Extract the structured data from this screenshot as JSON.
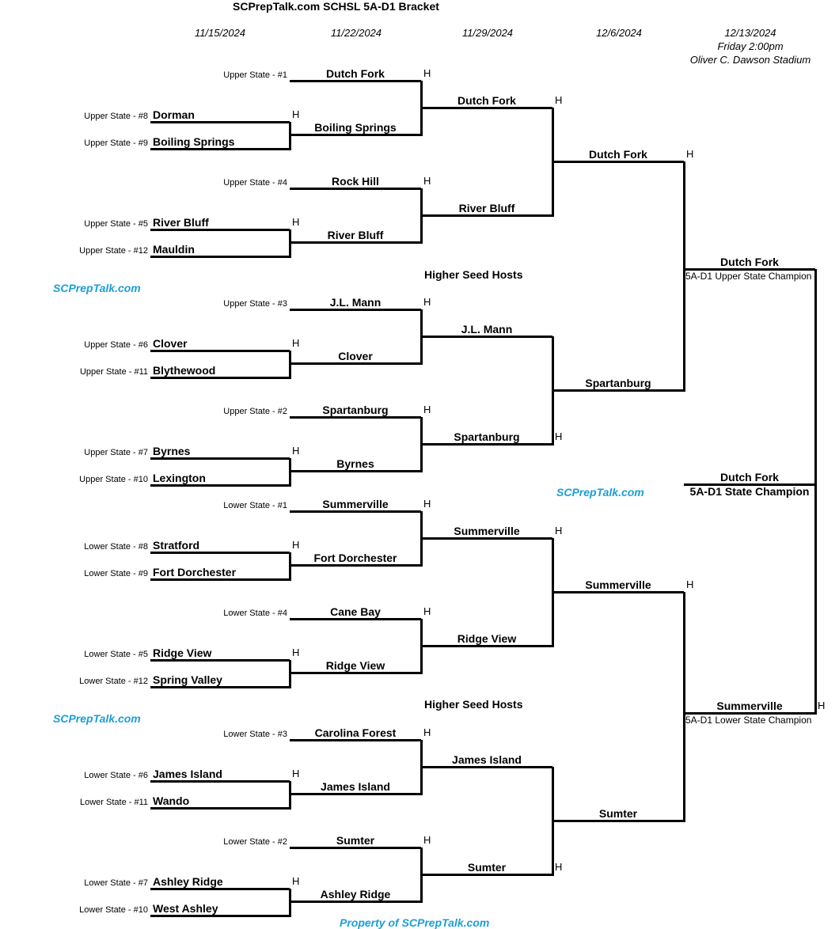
{
  "title": "SCPrepTalk.com SCHSL 5A-D1 Bracket",
  "dates": [
    "11/15/2024",
    "11/22/2024",
    "11/29/2024",
    "12/6/2024",
    "12/13/2024"
  ],
  "final_time": "Friday 2:00pm",
  "final_venue": "Oliver C. Dawson Stadium",
  "brand_mark": "SCPrepTalk.com",
  "higher_seed_note": "Higher Seed Hosts",
  "footer": "Property of SCPrepTalk.com",
  "host_mark": "H",
  "upper_state_champion_label": "5A-D1 Upper State Champion",
  "lower_state_champion_label": "5A-D1 Lower State Champion",
  "state_champion_label": "5A-D1 State Champion",
  "round1": [
    {
      "seed": "Upper State - #8",
      "team": "Dorman"
    },
    {
      "seed": "Upper State - #9",
      "team": "Boiling Springs"
    },
    {
      "seed": "Upper State - #5",
      "team": "River Bluff"
    },
    {
      "seed": "Upper State - #12",
      "team": "Mauldin"
    },
    {
      "seed": "Upper State - #6",
      "team": "Clover"
    },
    {
      "seed": "Upper State - #11",
      "team": "Blythewood"
    },
    {
      "seed": "Upper State - #7",
      "team": "Byrnes"
    },
    {
      "seed": "Upper State - #10",
      "team": "Lexington"
    },
    {
      "seed": "Lower State - #8",
      "team": "Stratford"
    },
    {
      "seed": "Lower State - #9",
      "team": "Fort Dorchester"
    },
    {
      "seed": "Lower State - #5",
      "team": "Ridge View"
    },
    {
      "seed": "Lower State - #12",
      "team": "Spring Valley"
    },
    {
      "seed": "Lower State - #6",
      "team": "James Island"
    },
    {
      "seed": "Lower State - #11",
      "team": "Wando"
    },
    {
      "seed": "Lower State - #7",
      "team": "Ashley Ridge"
    },
    {
      "seed": "Lower State - #10",
      "team": "West Ashley"
    }
  ],
  "round2": [
    {
      "seed": "Upper State - #1",
      "team": "Dutch Fork"
    },
    {
      "team": "Boiling Springs"
    },
    {
      "seed": "Upper State - #4",
      "team": "Rock Hill"
    },
    {
      "team": "River Bluff"
    },
    {
      "seed": "Upper State - #3",
      "team": "J.L. Mann"
    },
    {
      "team": "Clover"
    },
    {
      "seed": "Upper State - #2",
      "team": "Spartanburg"
    },
    {
      "team": "Byrnes"
    },
    {
      "seed": "Lower State - #1",
      "team": "Summerville"
    },
    {
      "team": "Fort Dorchester"
    },
    {
      "seed": "Lower State - #4",
      "team": "Cane Bay"
    },
    {
      "team": "Ridge View"
    },
    {
      "seed": "Lower State - #3",
      "team": "Carolina Forest"
    },
    {
      "team": "James Island"
    },
    {
      "seed": "Lower State - #2",
      "team": "Sumter"
    },
    {
      "team": "Ashley Ridge"
    }
  ],
  "round3": [
    "Dutch Fork",
    "River Bluff",
    "J.L. Mann",
    "Spartanburg",
    "Summerville",
    "Ridge View",
    "James Island",
    "Sumter"
  ],
  "round4": [
    "Dutch Fork",
    "Spartanburg",
    "Summerville",
    "Sumter"
  ],
  "round5": [
    "Dutch Fork",
    "Summerville"
  ],
  "champion": "Dutch Fork"
}
